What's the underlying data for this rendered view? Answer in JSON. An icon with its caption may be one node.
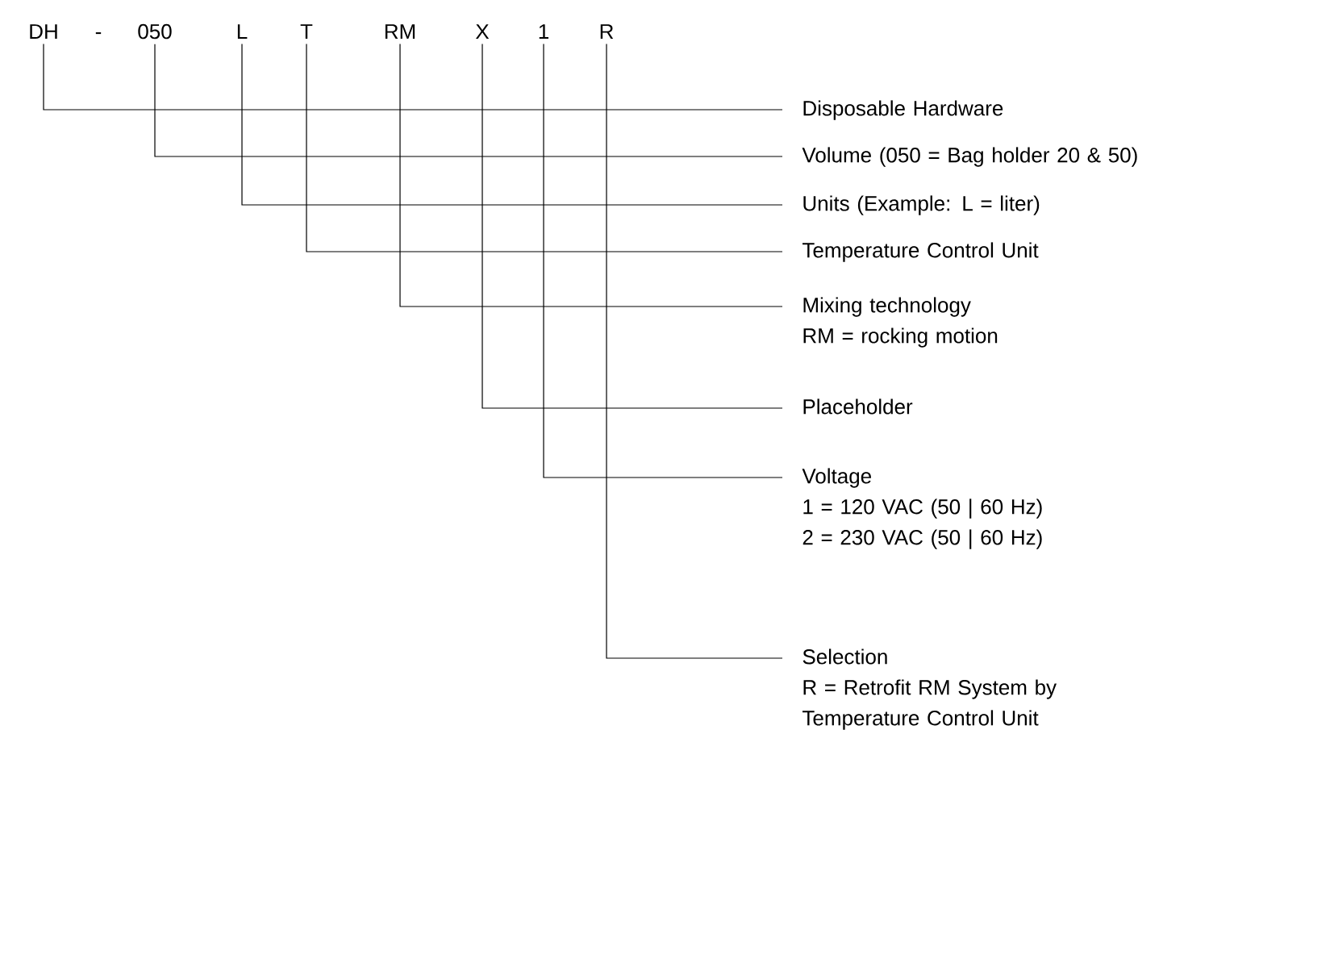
{
  "diagram": {
    "nodes": [
      {
        "text": [
          "DH"
        ]
      },
      {
        "text": [
          "050"
        ]
      },
      {
        "text": [
          "L"
        ]
      },
      {
        "text": [
          "T"
        ]
      },
      {
        "text": [
          "RM"
        ]
      },
      {
        "text": [
          "X"
        ]
      },
      {
        "text": [
          "1"
        ]
      },
      {
        "text": [
          "R"
        ]
      },
      {
        "text": [
          "Disposable Hardware"
        ]
      },
      {
        "text": [
          "Volume (050 = Bag holder 20 & 50)"
        ]
      },
      {
        "text": [
          "Units (Example: L = liter)"
        ]
      },
      {
        "text": [
          "Temperature Control Unit"
        ]
      },
      {
        "text": [
          "Mixing technology",
          "RM = rocking motion"
        ]
      },
      {
        "text": [
          "Placeholder"
        ]
      },
      {
        "text": [
          "Voltage",
          "1 = 120 VAC (50 | 60 Hz)",
          "2 = 230 VAC (50 | 60 Hz)"
        ]
      },
      {
        "text": [
          "Selection",
          "R = Retrofit RM System by Temperature Control Unit"
        ]
      }
    ],
    "edges": [
      {
        "from": 0,
        "to": 8,
        "arrow": "none"
      },
      {
        "from": 1,
        "to": 9,
        "arrow": "none"
      },
      {
        "from": 2,
        "to": 10,
        "arrow": "none"
      },
      {
        "from": 3,
        "to": 11,
        "arrow": "none"
      },
      {
        "from": 4,
        "to": 12,
        "arrow": "none"
      },
      {
        "from": 5,
        "to": 13,
        "arrow": "none"
      },
      {
        "from": 6,
        "to": 14,
        "arrow": "none"
      },
      {
        "from": 7,
        "to": 15,
        "arrow": "none"
      }
    ],
    "labels": [
      "-"
    ]
  }
}
